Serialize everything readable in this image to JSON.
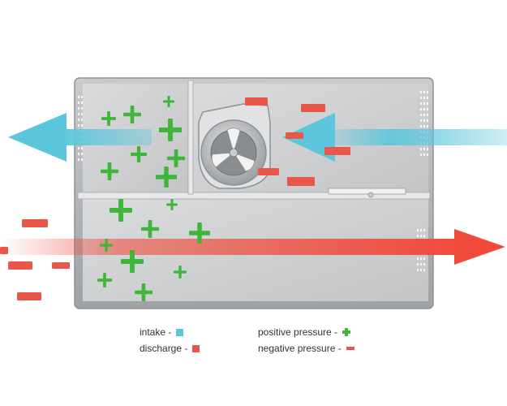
{
  "legend": {
    "intake": {
      "label": "intake -",
      "color": "#5cc6dc"
    },
    "discharge": {
      "label": "discharge -",
      "color": "#e8574a"
    },
    "positive_pressure": {
      "label": "positive pressure -",
      "color": "#3fb53a"
    },
    "negative_pressure": {
      "label": "negative pressure -",
      "color": "#e8574a"
    }
  },
  "colors": {
    "housing": "#b3b6b9",
    "housing_edge": "#9a9da0",
    "interior": "#d2d3d4",
    "positive": "#3fb53a",
    "negative": "#e8574a",
    "intake_arrow": "#5cc6dc",
    "discharge_arrow": "#f04a3c"
  },
  "icons": [
    "blower-fan-icon",
    "intake-arrow-icon",
    "discharge-arrow-icon",
    "plus-icon",
    "minus-icon"
  ]
}
